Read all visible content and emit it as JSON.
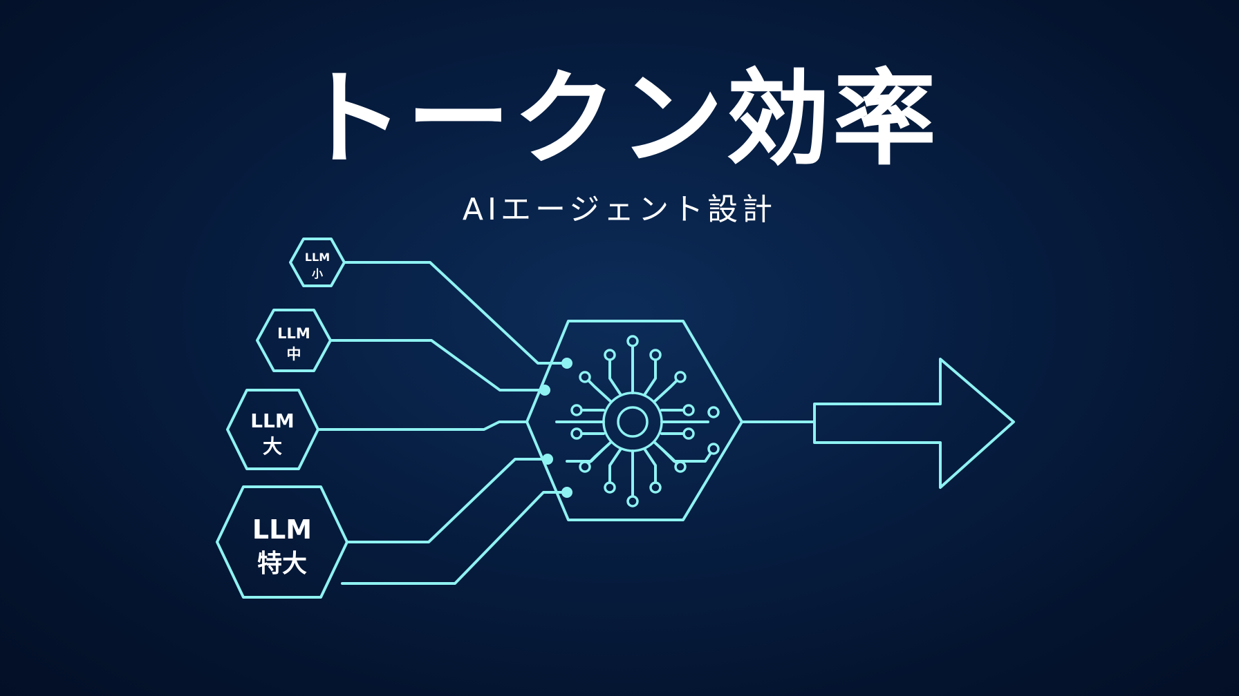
{
  "title": "トークン効率",
  "subtitle": "AIエージェント設計",
  "colors": {
    "background": "#061a3a",
    "line": "#8ff2f2",
    "text": "#ffffff"
  },
  "nodes": [
    {
      "line1": "LLM",
      "line2": "小"
    },
    {
      "line1": "LLM",
      "line2": "中"
    },
    {
      "line1": "LLM",
      "line2": "大"
    },
    {
      "line1": "LLM",
      "line2": "特大"
    }
  ],
  "hub_icon": "circuit-chip-icon",
  "output_icon": "arrow-right-icon"
}
